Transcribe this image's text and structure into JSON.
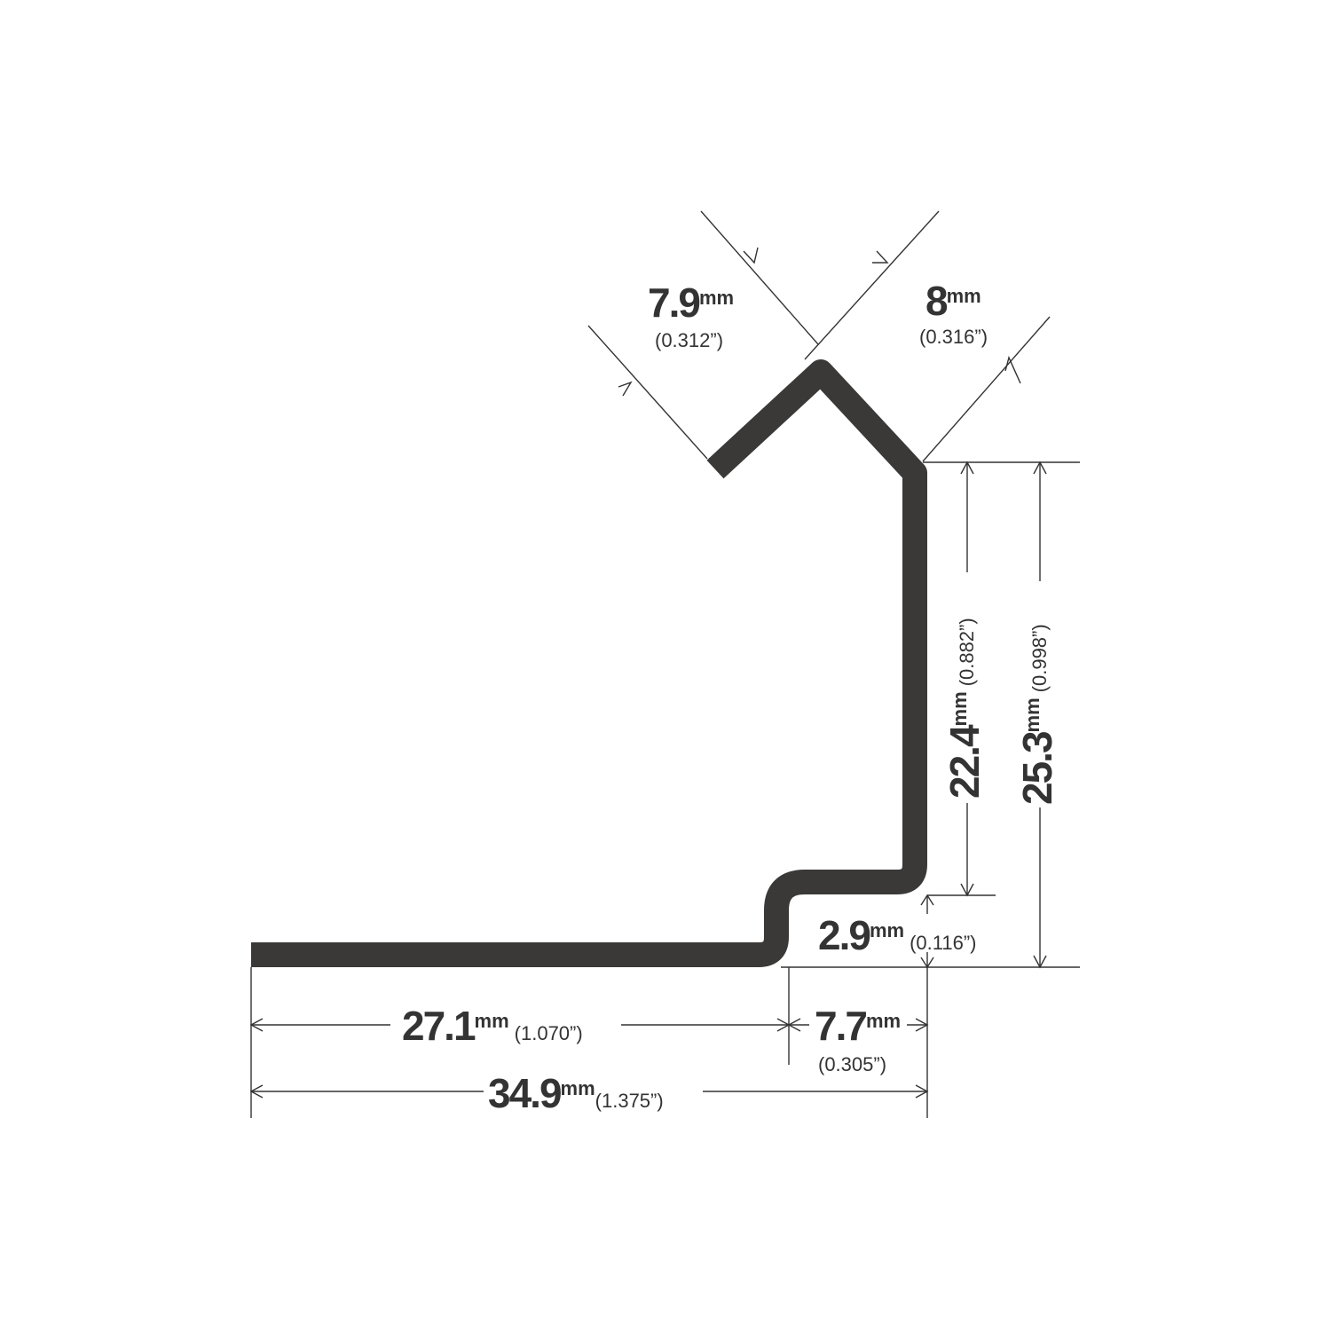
{
  "colors": {
    "profile": "#3a3938",
    "lines": "#333333",
    "background": "#ffffff"
  },
  "dimensions": {
    "left_arm": {
      "value": "7.9",
      "unit": "mm",
      "inch": "(0.312”)"
    },
    "right_arm": {
      "value": "8",
      "unit": "mm",
      "inch": "(0.316”)"
    },
    "inner_height": {
      "value": "22.4",
      "unit": "mm",
      "inch": "(0.882”)"
    },
    "total_height": {
      "value": "25.3",
      "unit": "mm",
      "inch": "(0.998”)"
    },
    "step_height": {
      "value": "2.9",
      "unit": "mm",
      "inch": "(0.116”)"
    },
    "flange_width": {
      "value": "27.1",
      "unit": "mm",
      "inch": "(1.070”)"
    },
    "step_width": {
      "value": "7.7",
      "unit": "mm",
      "inch": "(0.305”)"
    },
    "total_width": {
      "value": "34.9",
      "unit": "mm",
      "inch": "(1.375”)"
    }
  }
}
